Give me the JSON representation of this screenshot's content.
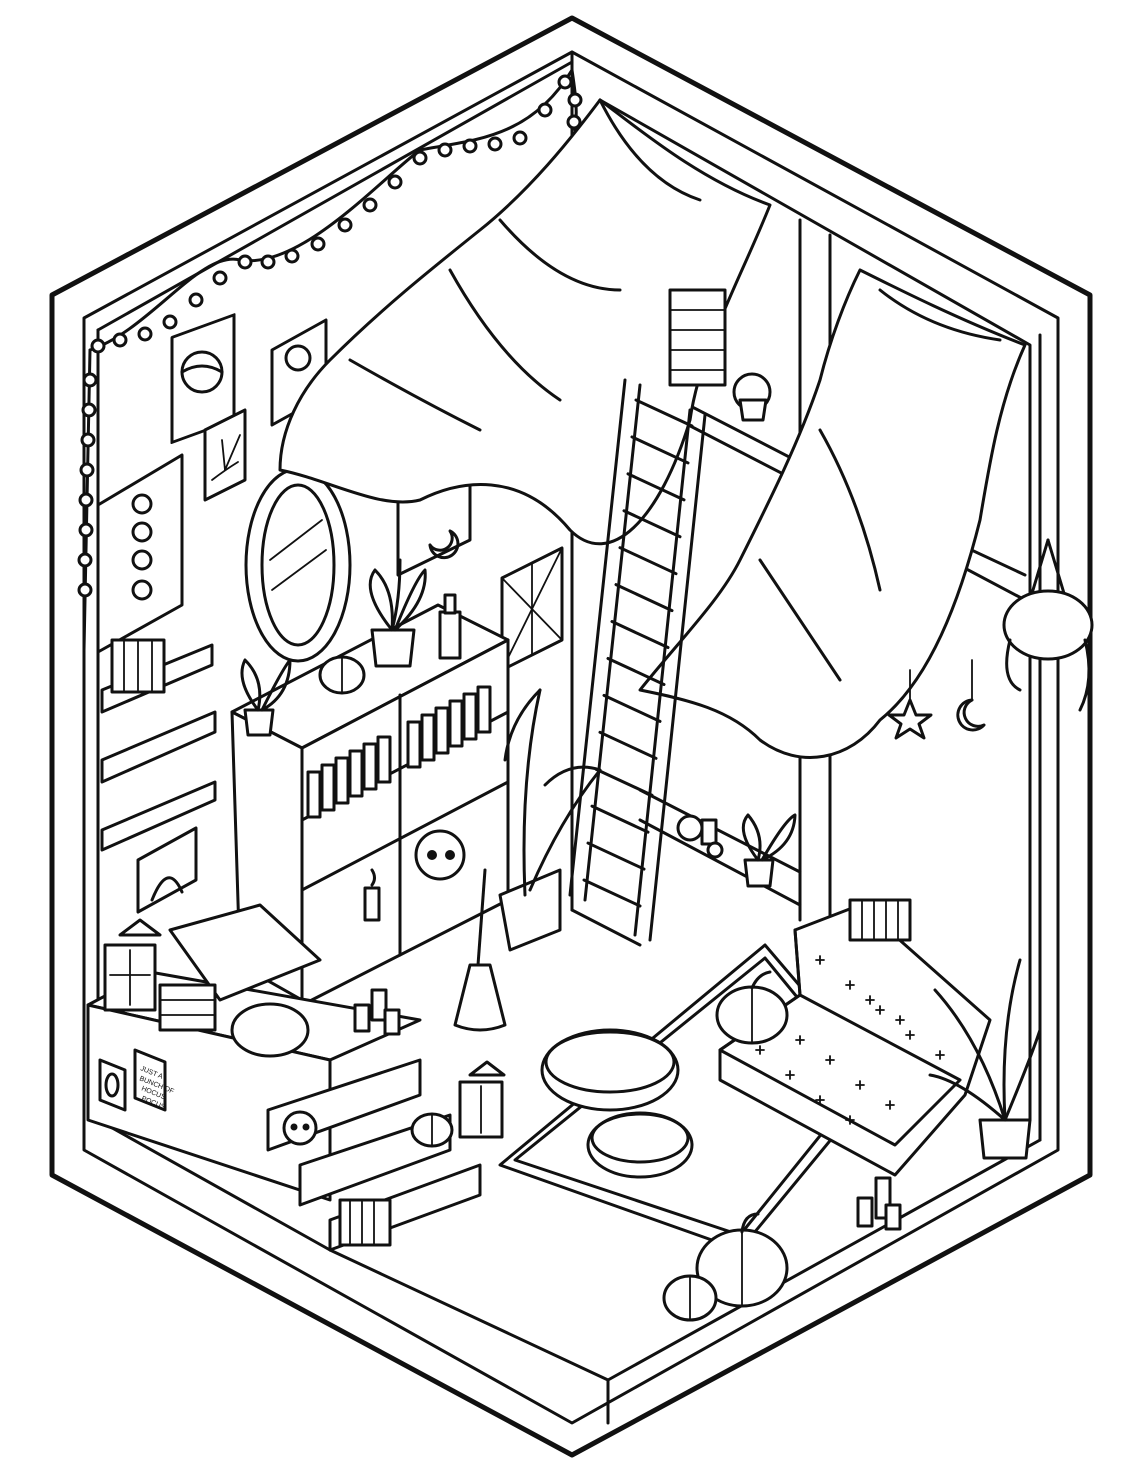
{
  "scene": {
    "colors": {
      "line": "#111111",
      "paper": "#ffffff"
    },
    "sign": {
      "line1": "JUST A",
      "line2": "BUNCH OF",
      "line3": "HOCUS",
      "line4": "POCUS"
    }
  }
}
